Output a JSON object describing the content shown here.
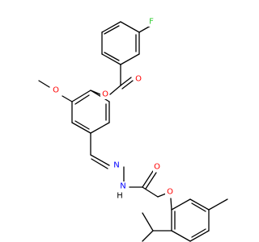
{
  "colors": {
    "background": "#ffffff",
    "bond": "#000000",
    "oxygen": "#ff0000",
    "nitrogen": "#0000ff",
    "fluorine": "#33cc33",
    "hydrogen_label": "#000000"
  },
  "atoms": {
    "fluorine": "F",
    "ester_carbonyl_oxygen": "O",
    "ester_link_oxygen": "O",
    "methoxy_oxygen": "O",
    "imine_nitrogen": "N",
    "hydrazide_nitrogen": "N",
    "hydrazide_hydrogen": "H",
    "amide_oxygen": "O",
    "ether_oxygen": "O"
  }
}
